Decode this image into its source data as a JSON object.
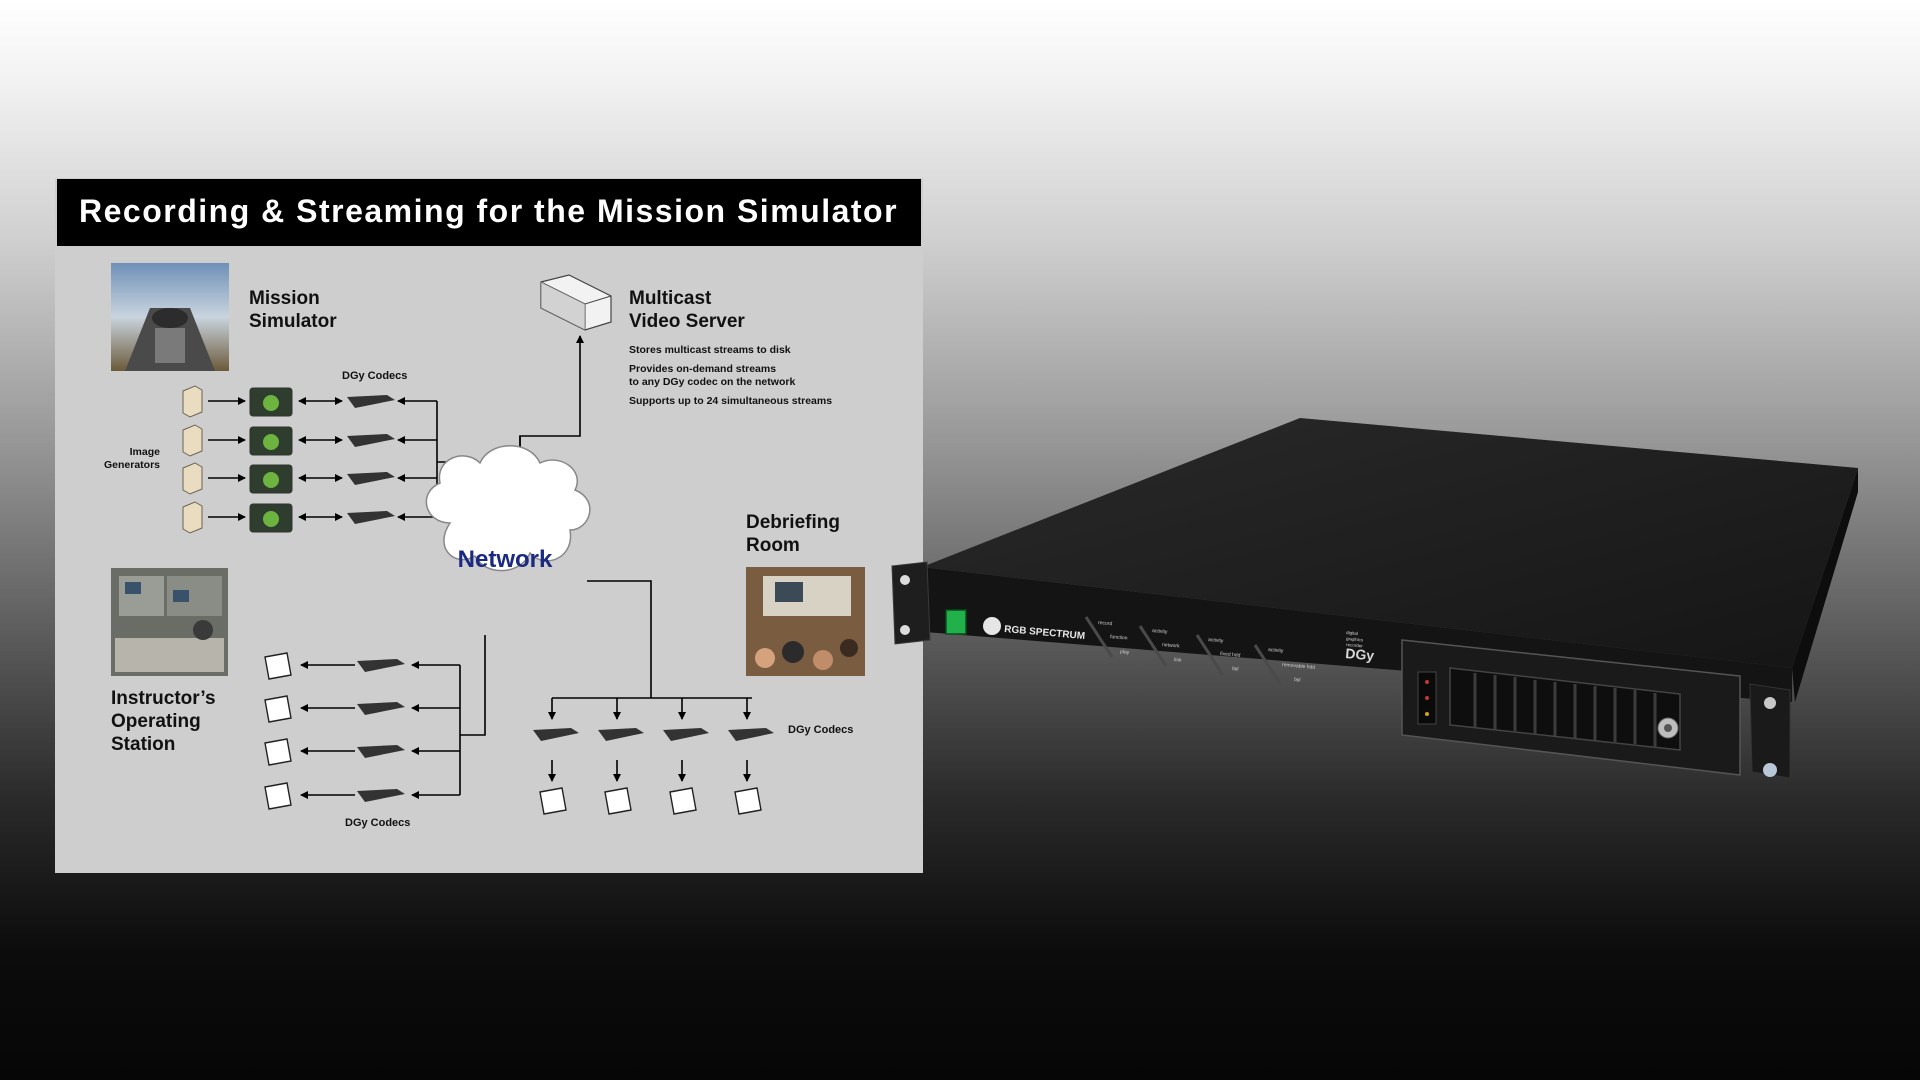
{
  "slide": {
    "title": "Recording & Streaming for the Mission Simulator",
    "mission_simulator": [
      "Mission",
      "Simulator"
    ],
    "image_generators": [
      "Image",
      "Generators"
    ],
    "dgy_codecs": "DGy Codecs",
    "multicast_server": [
      "Multicast",
      "Video Server"
    ],
    "server_notes": [
      "Stores multicast streams to disk",
      "Provides on-demand streams",
      "to any DGy codec on the network",
      "Supports up to 24 simultaneous streams"
    ],
    "network": "Network",
    "debriefing_room": [
      "Debriefing",
      "Room"
    ],
    "instructor_station": [
      "Instructor’s",
      "Operating",
      "Station"
    ]
  },
  "device": {
    "brand": "RGB SPECTRUM",
    "model": "DGy",
    "model_caption": [
      "digital",
      "graphics",
      "recorder"
    ],
    "front_labels": [
      [
        "record",
        "function",
        "play"
      ],
      [
        "activity",
        "network",
        "link"
      ],
      [
        "activity",
        "fixed hdd",
        "fail"
      ],
      [
        "activity",
        "removable hdd",
        "fail"
      ]
    ]
  },
  "colors": {
    "slide_bg": "#cfcecf",
    "title_bar": "#000000",
    "network_text": "#1a2a80",
    "chassis": "#1d1d1d",
    "power_led": "#22b04a"
  }
}
